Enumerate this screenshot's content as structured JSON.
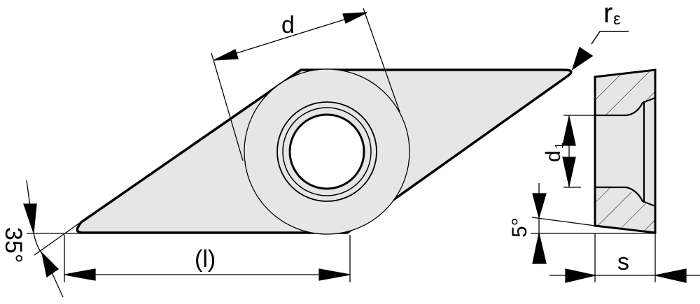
{
  "labels": {
    "d": "d",
    "r_main": "r",
    "r_sub": "ε",
    "d1_main": "d",
    "d1_sub": "1",
    "clearance_angle": "5°",
    "nose_angle": "35°",
    "length": "(l)",
    "thickness": "s"
  },
  "colors": {
    "insert_fill": "#e6e6e6",
    "line": "#000000",
    "background": "#ffffff"
  }
}
